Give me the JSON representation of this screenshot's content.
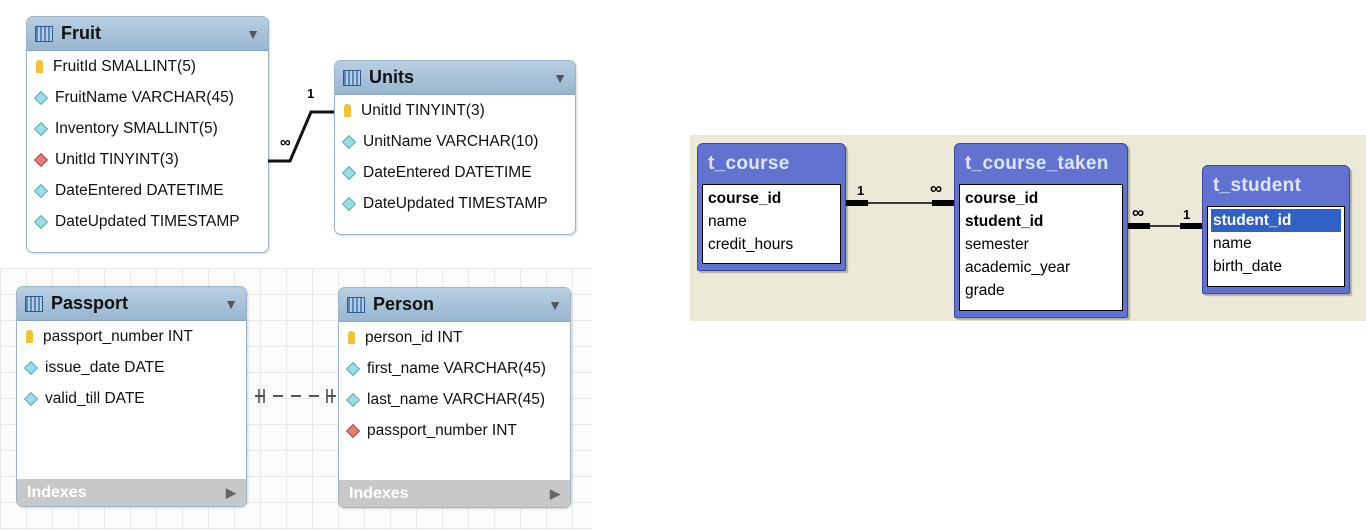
{
  "workbench": {
    "fruit": {
      "title": "Fruit",
      "columns": [
        {
          "text": "FruitId SMALLINT(5)",
          "kind": "key"
        },
        {
          "text": "FruitName VARCHAR(45)",
          "kind": "col"
        },
        {
          "text": "Inventory SMALLINT(5)",
          "kind": "col"
        },
        {
          "text": "UnitId TINYINT(3)",
          "kind": "fk"
        },
        {
          "text": "DateEntered DATETIME",
          "kind": "col"
        },
        {
          "text": "DateUpdated TIMESTAMP",
          "kind": "col"
        }
      ]
    },
    "units": {
      "title": "Units",
      "columns": [
        {
          "text": "UnitId TINYINT(3)",
          "kind": "key"
        },
        {
          "text": "UnitName VARCHAR(10)",
          "kind": "col"
        },
        {
          "text": "DateEntered DATETIME",
          "kind": "col"
        },
        {
          "text": "DateUpdated TIMESTAMP",
          "kind": "col"
        }
      ]
    },
    "fruit_units_rel": {
      "one": "1",
      "many": "∞"
    },
    "passport": {
      "title": "Passport",
      "columns": [
        {
          "text": "passport_number INT",
          "kind": "key"
        },
        {
          "text": "issue_date DATE",
          "kind": "col"
        },
        {
          "text": "valid_till DATE",
          "kind": "col"
        }
      ],
      "indexes": "Indexes"
    },
    "person": {
      "title": "Person",
      "columns": [
        {
          "text": "person_id INT",
          "kind": "key"
        },
        {
          "text": "first_name VARCHAR(45)",
          "kind": "col"
        },
        {
          "text": "last_name VARCHAR(45)",
          "kind": "col"
        },
        {
          "text": "passport_number INT",
          "kind": "fk"
        }
      ],
      "indexes": "Indexes"
    }
  },
  "access": {
    "t_course": {
      "title": "t_course",
      "fields": [
        {
          "text": "course_id",
          "pk": true
        },
        {
          "text": "name",
          "pk": false
        },
        {
          "text": "credit_hours",
          "pk": false
        }
      ]
    },
    "t_course_taken": {
      "title": "t_course_taken",
      "fields": [
        {
          "text": "course_id",
          "pk": true
        },
        {
          "text": "student_id",
          "pk": true
        },
        {
          "text": "semester",
          "pk": false
        },
        {
          "text": "academic_year",
          "pk": false
        },
        {
          "text": "grade",
          "pk": false
        }
      ]
    },
    "t_student": {
      "title": "t_student",
      "fields": [
        {
          "text": "student_id",
          "pk": true,
          "selected": true
        },
        {
          "text": "name",
          "pk": false
        },
        {
          "text": "birth_date",
          "pk": false
        }
      ]
    },
    "rel1": {
      "one": "1",
      "many": "∞"
    },
    "rel2": {
      "one": "1",
      "many": "∞"
    }
  }
}
